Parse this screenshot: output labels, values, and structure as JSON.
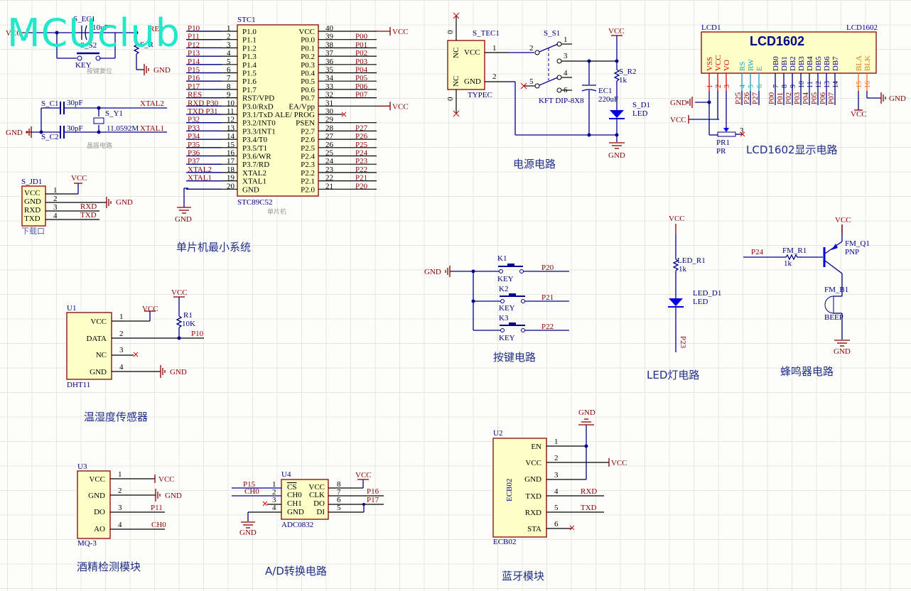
{
  "watermark": "MCUclub",
  "sections": {
    "mcu": {
      "title": "单片机最小系统",
      "chip_label": "单片机",
      "designator": "STC1",
      "part": "STC89C52",
      "left_pins": [
        {
          "num": "1",
          "name": "P1.0",
          "net": "P10"
        },
        {
          "num": "2",
          "name": "P1.1",
          "net": "P11"
        },
        {
          "num": "3",
          "name": "P1.2",
          "net": "P12"
        },
        {
          "num": "4",
          "name": "P1.3",
          "net": "P13"
        },
        {
          "num": "5",
          "name": "P1.4",
          "net": "P14"
        },
        {
          "num": "6",
          "name": "P1.5",
          "net": "P15"
        },
        {
          "num": "7",
          "name": "P1.6",
          "net": "P16"
        },
        {
          "num": "8",
          "name": "P1.7",
          "net": "P17"
        },
        {
          "num": "9",
          "name": "RST/VPD",
          "net": "RES"
        },
        {
          "num": "10",
          "name": "P3.0/RxD",
          "net": "RXD P30"
        },
        {
          "num": "11",
          "name": "P3.1/TxD",
          "net": "TXD P31"
        },
        {
          "num": "12",
          "name": "P3.2/INT0",
          "net": "P32"
        },
        {
          "num": "13",
          "name": "P3.3/INT1",
          "net": "P33"
        },
        {
          "num": "14",
          "name": "P3.4/T0",
          "net": "P34"
        },
        {
          "num": "15",
          "name": "P3.5/T1",
          "net": "P35"
        },
        {
          "num": "16",
          "name": "P3.6/WR",
          "net": "P36"
        },
        {
          "num": "17",
          "name": "P3.7/RD",
          "net": "P37"
        },
        {
          "num": "18",
          "name": "XTAL2",
          "net": "XTAL2"
        },
        {
          "num": "19",
          "name": "XTAL1",
          "net": "XTAL1"
        },
        {
          "num": "20",
          "name": "GND",
          "net": ""
        }
      ],
      "right_pins": [
        {
          "num": "40",
          "name": "VCC",
          "net": "VCC"
        },
        {
          "num": "39",
          "name": "P0.0",
          "net": "P00"
        },
        {
          "num": "38",
          "name": "P0.1",
          "net": "P01"
        },
        {
          "num": "37",
          "name": "P0.2",
          "net": "P02"
        },
        {
          "num": "36",
          "name": "P0.3",
          "net": "P03"
        },
        {
          "num": "35",
          "name": "P0.4",
          "net": "P04"
        },
        {
          "num": "34",
          "name": "P0.5",
          "net": "P05"
        },
        {
          "num": "33",
          "name": "P0.6",
          "net": "P06"
        },
        {
          "num": "32",
          "name": "P0.7",
          "net": "P07"
        },
        {
          "num": "31",
          "name": "EA/Vpp",
          "net": "VCC"
        },
        {
          "num": "30",
          "name": "ALE/ PROG",
          "net": ""
        },
        {
          "num": "29",
          "name": "PSEN",
          "net": ""
        },
        {
          "num": "28",
          "name": "P2.7",
          "net": "P27"
        },
        {
          "num": "27",
          "name": "P2.6",
          "net": "P26"
        },
        {
          "num": "26",
          "name": "P2.5",
          "net": "P25"
        },
        {
          "num": "25",
          "name": "P2.4",
          "net": "P24"
        },
        {
          "num": "24",
          "name": "P2.3",
          "net": "P23"
        },
        {
          "num": "23",
          "name": "P2.2",
          "net": "P22"
        },
        {
          "num": "22",
          "name": "P2.1",
          "net": "P21"
        },
        {
          "num": "21",
          "name": "P2.0",
          "net": "P20"
        }
      ],
      "gnd": "GND"
    },
    "reset": {
      "label": "按键复位",
      "cap": "S_EC1",
      "cap_value": "10uF",
      "switch": "S_S2",
      "switch_value": "KEY",
      "resistor": "S_R",
      "vcc": "VCC",
      "res_net": "RES",
      "gnd": "GND"
    },
    "crystal": {
      "label": "晶振电路",
      "c1": "S_C1",
      "c1_value": "30pF",
      "c2": "S_C2",
      "c2_value": "30pF",
      "crystal": "S_Y1",
      "crystal_value": "11.0592M",
      "net1": "XTAL2",
      "net2": "XTAL1",
      "gnd": "GND"
    },
    "download": {
      "designator": "S_JD1",
      "label": "下载口",
      "pins": [
        {
          "num": "1",
          "name": "VCC"
        },
        {
          "num": "2",
          "name": "GND"
        },
        {
          "num": "3",
          "name": "RXD"
        },
        {
          "num": "4",
          "name": "TXD"
        }
      ],
      "vcc": "VCC",
      "gnd": "GND",
      "rxd": "RXD",
      "txd": "TXD"
    },
    "power": {
      "title": "电源电路",
      "conn": "S_TEC1",
      "conn_part": "TYPEC",
      "conn_pins": [
        "VCC",
        "GND"
      ],
      "nc": "NC",
      "zero": "0",
      "switch": "S_S1",
      "switch_part": "KFT DIP-8X8",
      "cap": "EC1",
      "cap_value": "220uF",
      "res": "S_R2",
      "res_value": "1k",
      "led": "S_D1",
      "led_value": "LED",
      "vcc": "VCC",
      "gnd": "GND",
      "sw_pins": [
        "1",
        "2",
        "3",
        "4",
        "5",
        "6"
      ]
    },
    "lcd": {
      "title": "LCD1602显示电路",
      "designator": "LCD1",
      "part": "LCD1602",
      "name": "LCD1602",
      "pins": [
        {
          "num": "1",
          "name": "VSS",
          "net": ""
        },
        {
          "num": "2",
          "name": "VCC",
          "net": ""
        },
        {
          "num": "3",
          "name": "VO",
          "net": ""
        },
        {
          "num": "4",
          "name": "RS",
          "net": "P25"
        },
        {
          "num": "5",
          "name": "RW",
          "net": "P26"
        },
        {
          "num": "6",
          "name": "E",
          "net": "P27"
        },
        {
          "num": "7",
          "name": "DB0",
          "net": "P00"
        },
        {
          "num": "8",
          "name": "DB1",
          "net": "P01"
        },
        {
          "num": "9",
          "name": "DB2",
          "net": "P02"
        },
        {
          "num": "10",
          "name": "DB3",
          "net": "P03"
        },
        {
          "num": "11",
          "name": "DB4",
          "net": "P04"
        },
        {
          "num": "12",
          "name": "DB5",
          "net": "P05"
        },
        {
          "num": "13",
          "name": "DB6",
          "net": "P06"
        },
        {
          "num": "14",
          "name": "DB7",
          "net": "P07"
        },
        {
          "num": "15",
          "name": "BLA",
          "net": ""
        },
        {
          "num": "16",
          "name": "BLK",
          "net": ""
        }
      ],
      "pot": "PR1",
      "pot_part": "PR",
      "gnd": "GND",
      "vcc": "VCC"
    },
    "dht11": {
      "title": "温湿度传感器",
      "designator": "U1",
      "part": "DHT11",
      "pins": [
        {
          "num": "1",
          "name": "VCC"
        },
        {
          "num": "2",
          "name": "DATA"
        },
        {
          "num": "3",
          "name": "NC"
        },
        {
          "num": "4",
          "name": "GND"
        }
      ],
      "res": "R1",
      "res_value": "10K",
      "net": "P10",
      "vcc": "VCC",
      "gnd": "GND"
    },
    "keys": {
      "title": "按键电路",
      "gnd": "GND",
      "items": [
        {
          "name": "K1",
          "value": "KEY",
          "net": "P20"
        },
        {
          "name": "K2",
          "value": "KEY",
          "net": "P21"
        },
        {
          "name": "K3",
          "value": "KEY",
          "net": "P22"
        }
      ]
    },
    "led": {
      "title": "LED灯电路",
      "vcc": "VCC",
      "res": "LED_R1",
      "res_value": "1k",
      "led": "LED_D1",
      "led_value": "LED",
      "net": "P23"
    },
    "buzzer": {
      "title": "蜂鸣器电路",
      "net": "P24",
      "res": "FM_R1",
      "res_value": "1k",
      "q": "FM_Q1",
      "q_value": "PNP",
      "b": "FM_B1",
      "b_value": "BEEP",
      "vcc": "VCC",
      "gnd": "GND"
    },
    "mq3": {
      "title": "酒精检测模块",
      "designator": "U3",
      "part": "MQ-3",
      "pins": [
        {
          "num": "1",
          "name": "VCC",
          "net": "VCC"
        },
        {
          "num": "2",
          "name": "GND",
          "net": "GND"
        },
        {
          "num": "3",
          "name": "DO",
          "net": "P11"
        },
        {
          "num": "4",
          "name": "AO",
          "net": "CH0"
        }
      ]
    },
    "adc": {
      "title": "A/D转换电路",
      "designator": "U4",
      "part": "ADC0832",
      "left": [
        {
          "num": "1",
          "name": "CS",
          "net": "P15"
        },
        {
          "num": "2",
          "name": "CH0",
          "net": "CH0"
        },
        {
          "num": "3",
          "name": "CH1",
          "net": ""
        },
        {
          "num": "4",
          "name": "GND",
          "net": ""
        }
      ],
      "right": [
        {
          "num": "8",
          "name": "VCC",
          "net": "VCC"
        },
        {
          "num": "7",
          "name": "CLK",
          "net": "P16"
        },
        {
          "num": "6",
          "name": "DO",
          "net": "P17"
        },
        {
          "num": "5",
          "name": "DI",
          "net": ""
        }
      ],
      "gnd": "GND"
    },
    "bt": {
      "title": "蓝牙模块",
      "designator": "U2",
      "part": "ECB02",
      "body_label": "ECB02",
      "pins": [
        {
          "num": "1",
          "name": "EN",
          "net": ""
        },
        {
          "num": "2",
          "name": "VCC",
          "net": "VCC"
        },
        {
          "num": "3",
          "name": "GND",
          "net": ""
        },
        {
          "num": "4",
          "name": "TXD",
          "net": "RXD"
        },
        {
          "num": "5",
          "name": "RXD",
          "net": "TXD"
        },
        {
          "num": "6",
          "name": "STA",
          "net": ""
        }
      ],
      "gnd": "GND"
    }
  }
}
